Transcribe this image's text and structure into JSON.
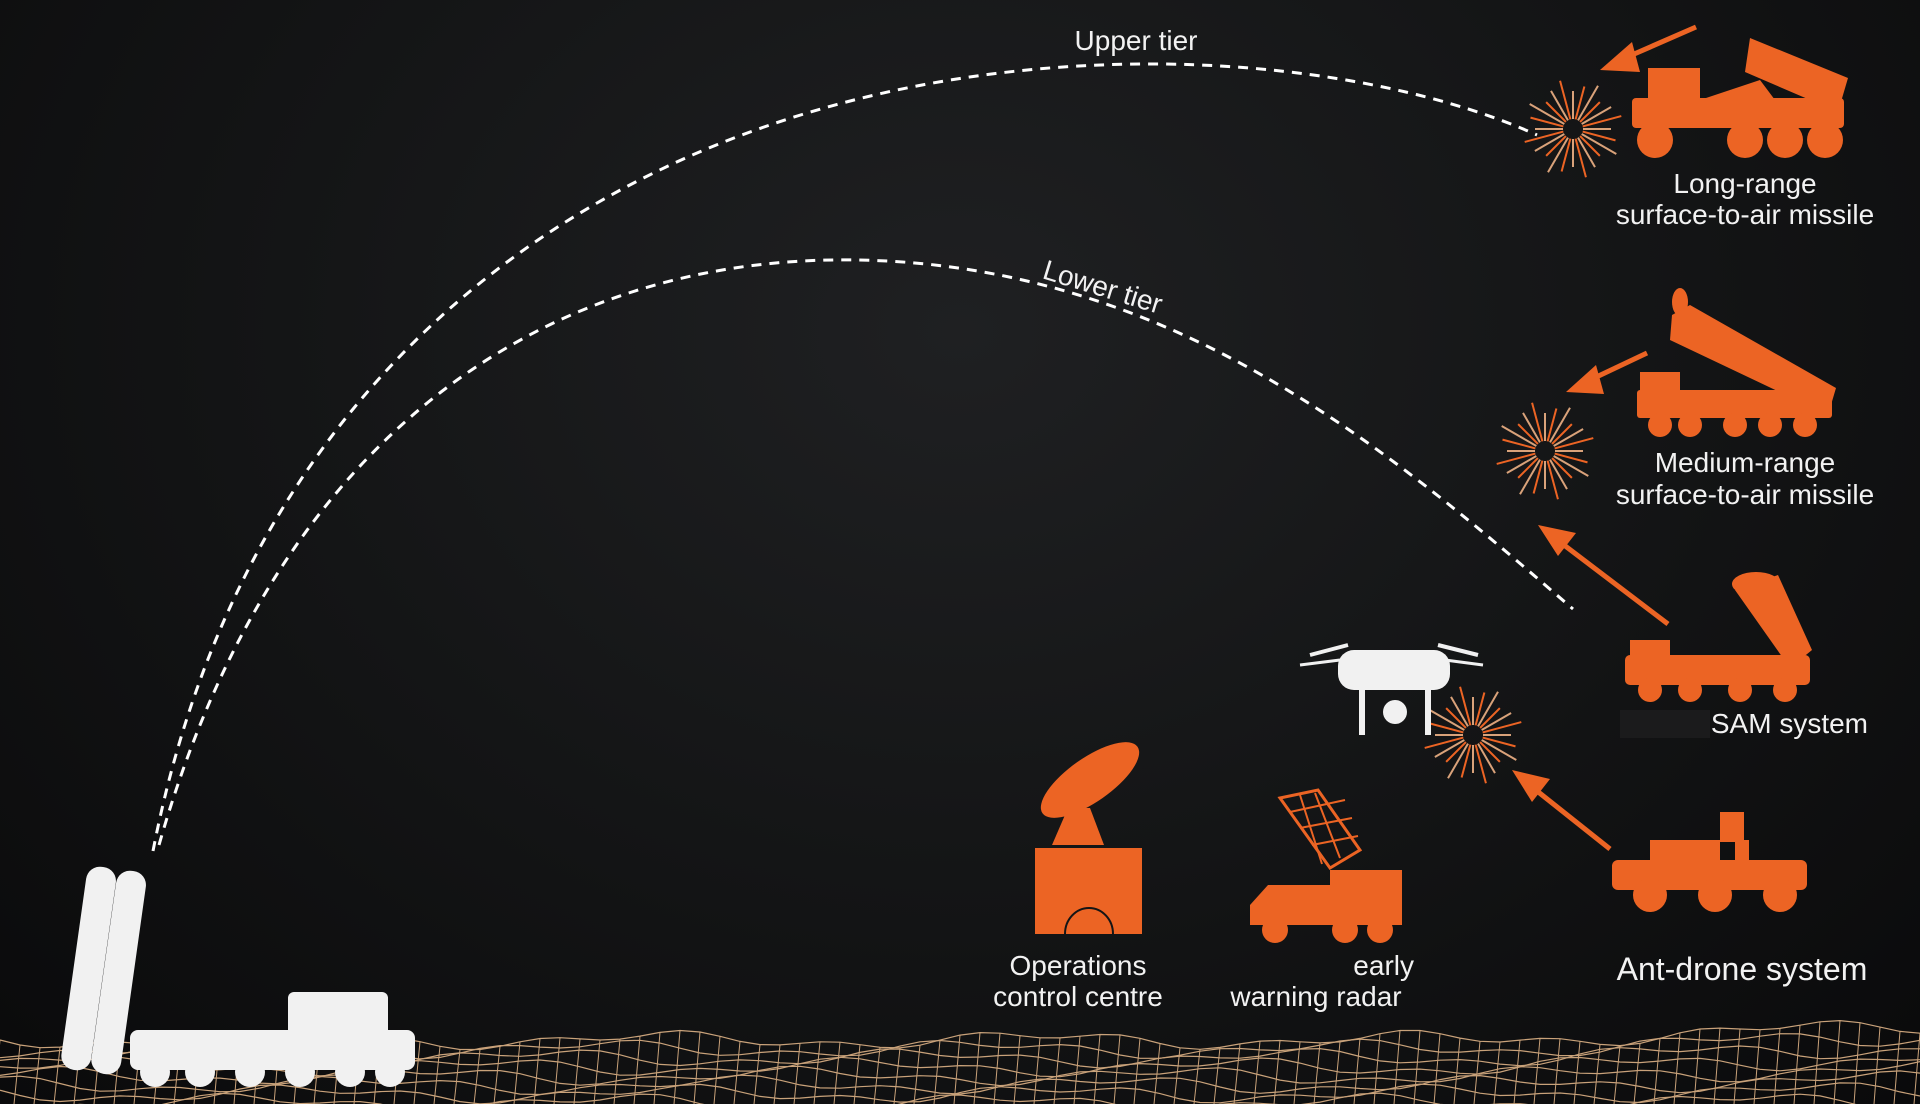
{
  "colors": {
    "accent": "#ec6424",
    "background": "#141516",
    "terrain": "#c9a27a",
    "text": "#f2f2f2"
  },
  "tiers": {
    "upper": "Upper tier",
    "lower": "Lower tier"
  },
  "systems": {
    "long_range": {
      "line1": "Long-range",
      "line2": "surface-to-air missile"
    },
    "medium_range": {
      "line1": "Medium-range",
      "line2": "surface-to-air missile"
    },
    "sam": {
      "label": "SAM system"
    },
    "anti_drone": {
      "label": "Ant-drone system"
    },
    "operations": {
      "line1": "Operations",
      "line2": "control centre"
    },
    "radar": {
      "line1": "early",
      "line2": "warning radar"
    }
  }
}
